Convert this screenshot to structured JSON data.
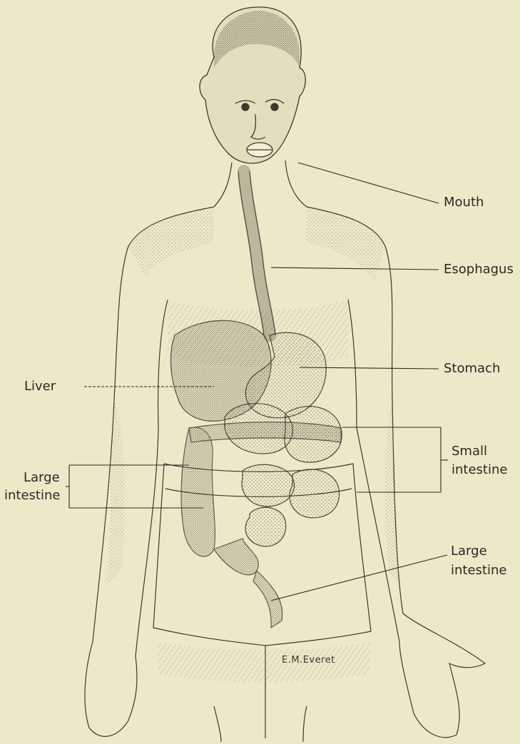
{
  "labels": {
    "mouth": "Mouth",
    "esophagus": "Esophagus",
    "stomach": "Stomach",
    "liver": "Liver",
    "small_intestine_1": "Small",
    "small_intestine_2": "intestine",
    "large_intestine_right_1": "Large",
    "large_intestine_right_2": "intestine",
    "large_intestine_left_1": "Large",
    "large_intestine_left_2": "intestine"
  },
  "signature": "E.M.Everet",
  "colors": {
    "paper": "#ede9c8",
    "ink": "#2a2824",
    "shade": "#8e8a78"
  }
}
